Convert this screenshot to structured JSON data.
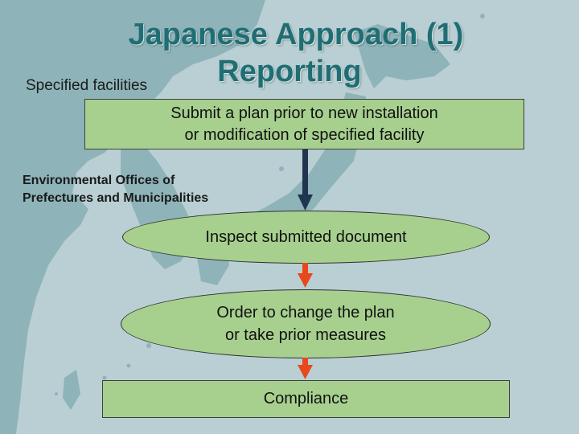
{
  "title": {
    "line1": "Japanese Approach (1)",
    "line2": "Reporting"
  },
  "labels": {
    "specified_facilities": "Specified facilities",
    "env_offices_line1": "Environmental Offices of",
    "env_offices_line2": "Prefectures and Municipalities"
  },
  "steps": {
    "submit_line1": "Submit a plan prior to new installation",
    "submit_line2": "or modification of specified facility",
    "inspect": "Inspect submitted document",
    "order_line1": "Order to change the plan",
    "order_line2": "or take prior measures",
    "compliance": "Compliance"
  },
  "colors": {
    "title": "#1f6e73",
    "box_fill": "#a7d08f",
    "dark_arrow": "#1f3550",
    "red_arrow": "#e8481c",
    "sea": "#b9cfd3",
    "land": "#8eb3b9"
  }
}
